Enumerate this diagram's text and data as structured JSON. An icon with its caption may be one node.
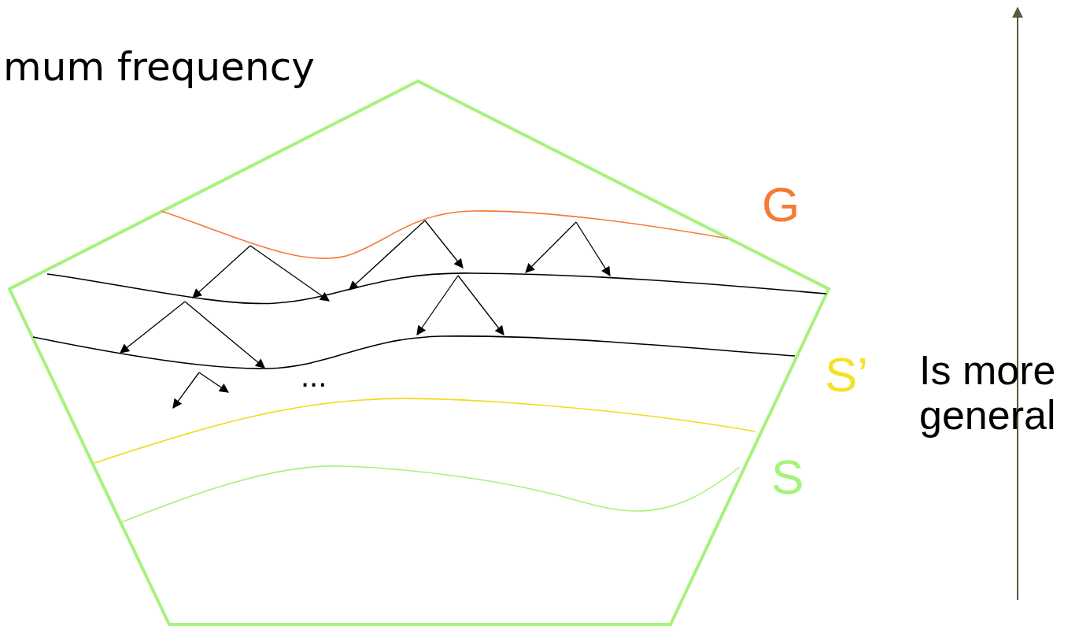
{
  "diagram": {
    "labels": [
      "mum frequency",
      "G",
      "S’",
      "Is more general",
      "...",
      "S"
    ]
  }
}
